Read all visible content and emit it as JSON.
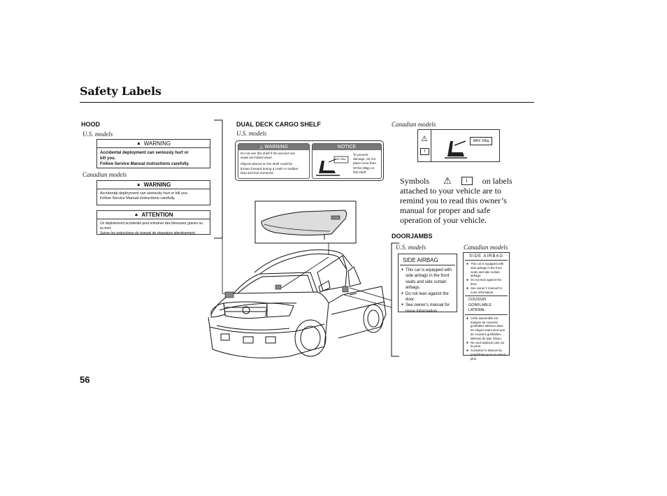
{
  "page": {
    "title": "Safety Labels",
    "page_number": "56"
  },
  "hood": {
    "heading": "HOOD",
    "us_caption": "U.S. models",
    "us_label": {
      "header": "WARNING",
      "lines": [
        "Accidental deployment can seriously hurt or",
        "kill you.",
        "Follow Service Manual instructions carefully."
      ]
    },
    "ca_caption": "Canadian models",
    "ca_warning": {
      "header": "WARNING",
      "lines": [
        "Accidental deployment can seriously hurt or kill you.",
        "Follow Service Manual instructions carefully."
      ]
    },
    "ca_attention": {
      "header": "ATTENTION",
      "lines": [
        "Un déploiement accidentel peut entraîner des blessures graves ou",
        "la mort.",
        "Suivre les instructions du manuel de réparation attentivement."
      ]
    }
  },
  "cargo": {
    "heading": "DUAL DECK CARGO SHELF",
    "us_caption": "U.S. models",
    "warning_header": "WARNING",
    "notice_header": "NOTICE",
    "warning_lines": [
      "Do not use this shelf if the second row",
      "seats are folded down.",
      "Objects placed on the shelf could be",
      "thrown forward during a crash or sudden",
      "stop and hurt someone."
    ],
    "notice_lines": [
      "To prevent",
      "damage, do not",
      "place more than",
      "20 lbs (9kg) on",
      "this shelf."
    ],
    "sign_text": "MAX 20lbs (9kg)"
  },
  "canadian_shelf": {
    "caption": "Canadian models",
    "sign_text": "MAX 10kg"
  },
  "symbols": {
    "before": "Symbols",
    "after_line1": "on labels",
    "lines": [
      "attached to your vehicle are to",
      "remind you to read this owner’s",
      "manual for proper and safe",
      "operation of your vehicle."
    ]
  },
  "doorjambs": {
    "heading": "DOORJAMBS",
    "us_caption": "U.S. models",
    "ca_caption": "Canadian models",
    "us_label": {
      "header": "SIDE AIRBAG",
      "items": [
        "This car is equipped with side airbags in the front seats and side curtain airbags.",
        "Do not lean against the door.",
        "See owner’s manual for more information."
      ]
    },
    "ca_label": {
      "header_en": "SIDE AIRBAG",
      "items_en": [
        "This car is equipped with side airbags in the front seats and side curtain airbags.",
        "Do not lean against the door.",
        "See owner’s manual for more information."
      ],
      "header_fr": "COUSSIN GONFLABLE LATERAL",
      "items_fr": [
        "Cette automobile est équipée de coussins gonflables latéraux dans les sièges avant ainsi que de coussins gonflables latéraux de type rideau.",
        "Ne vous appuyez pas sur la porte.",
        "Consultez le Manuel du propriétaire pour en savoir plus."
      ]
    }
  }
}
